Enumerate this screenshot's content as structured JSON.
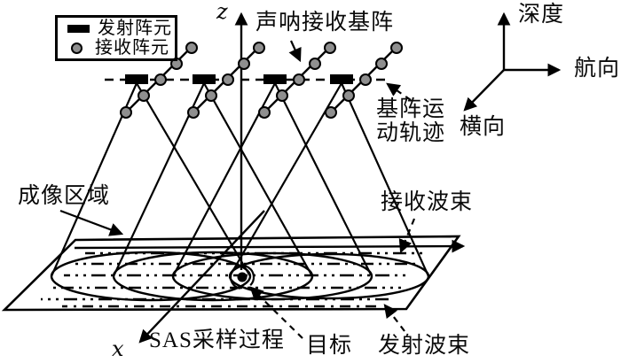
{
  "legend": {
    "transmit": "发射阵元",
    "receive": "接收阵元"
  },
  "axes": {
    "z": "z",
    "x": "x"
  },
  "triad": {
    "depth": "深度",
    "heading": "航向",
    "lateral": "横向"
  },
  "labels": {
    "sonar_receive_array": "声呐接收基阵",
    "array_motion_track": "基阵运动轨迹",
    "imaging_area": "成像区域",
    "receive_beam": "接收波束",
    "sas_sampling": "SAS采样过程",
    "target": "目标",
    "transmit_beam": "发射波束"
  },
  "colors": {
    "ink": "#000000",
    "receiver_fill": "#8f8f8f",
    "background": "#ffffff"
  }
}
